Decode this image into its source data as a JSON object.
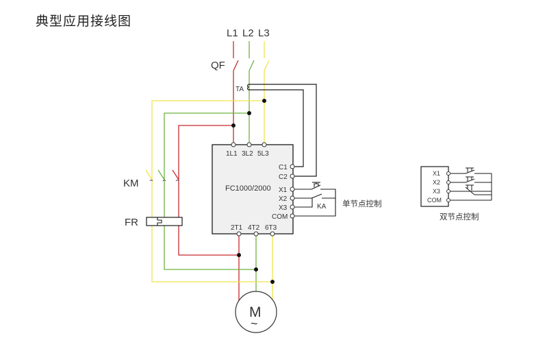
{
  "title": "典型应用接线图",
  "colors": {
    "phase_l1": "#c8282c",
    "phase_l2": "#6cb33f",
    "phase_l3": "#f0e44a",
    "control": "#1a1a1a",
    "inverter_fill": "#f0f0f0",
    "c2_line": "#888888"
  },
  "supply": {
    "phases": [
      "L1",
      "L2",
      "L3"
    ],
    "breaker_label": "QF",
    "current_transformer_label": "TA"
  },
  "contactor": {
    "label": "KM"
  },
  "thermal_relay": {
    "label": "FR"
  },
  "inverter": {
    "model": "FC1000/2000",
    "input_terminals": [
      "1L1",
      "3L2",
      "5L3"
    ],
    "output_terminals": [
      "2T1",
      "4T2",
      "6T3"
    ],
    "control_terminals": [
      "C1",
      "C2",
      "X1",
      "X2",
      "X3",
      "COM"
    ]
  },
  "single_contact": {
    "relay_label": "KA",
    "caption": "单节点控制"
  },
  "double_contact": {
    "terminals": [
      "X1",
      "X2",
      "X3",
      "COM"
    ],
    "caption": "双节点控制"
  },
  "motor": {
    "symbol": "M",
    "ac_symbol": "~"
  }
}
